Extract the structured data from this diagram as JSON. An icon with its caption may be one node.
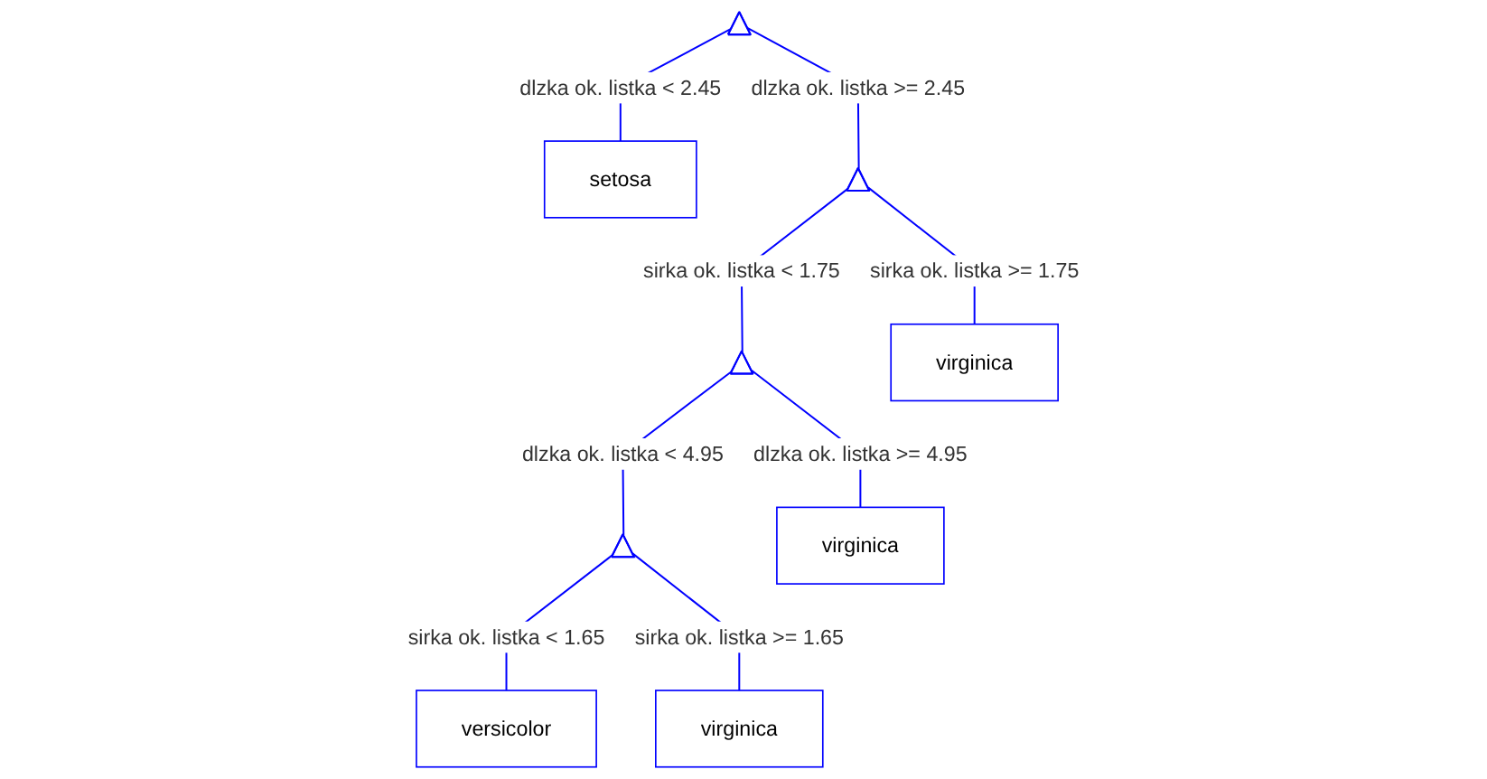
{
  "diagram": {
    "nodes": [
      {
        "text": [],
        "shape": "triangle"
      },
      {
        "text": [
          "setosa"
        ]
      },
      {
        "text": [],
        "shape": "triangle"
      },
      {
        "text": [],
        "shape": "triangle"
      },
      {
        "text": [
          "virginica"
        ]
      },
      {
        "text": [],
        "shape": "triangle"
      },
      {
        "text": [
          "virginica"
        ]
      },
      {
        "text": [
          "versicolor"
        ]
      },
      {
        "text": [
          "virginica"
        ]
      }
    ],
    "edges": [
      {
        "from": 0,
        "to": 1,
        "arrow": "none",
        "label": "dlzka ok. listka < 2.45"
      },
      {
        "from": 0,
        "to": 2,
        "arrow": "none",
        "label": "dlzka ok. listka >= 2.45"
      },
      {
        "from": 2,
        "to": 3,
        "arrow": "none",
        "label": "sirka ok. listka < 1.75"
      },
      {
        "from": 2,
        "to": 4,
        "arrow": "none",
        "label": "sirka ok. listka >= 1.75"
      },
      {
        "from": 3,
        "to": 5,
        "arrow": "none",
        "label": "dlzka ok. listka < 4.95"
      },
      {
        "from": 3,
        "to": 6,
        "arrow": "none",
        "label": "dlzka ok. listka >= 4.95"
      },
      {
        "from": 5,
        "to": 7,
        "arrow": "none",
        "label": "sirka ok. listka < 1.65"
      },
      {
        "from": 5,
        "to": 8,
        "arrow": "none",
        "label": "sirka ok. listka >= 1.65"
      }
    ]
  }
}
